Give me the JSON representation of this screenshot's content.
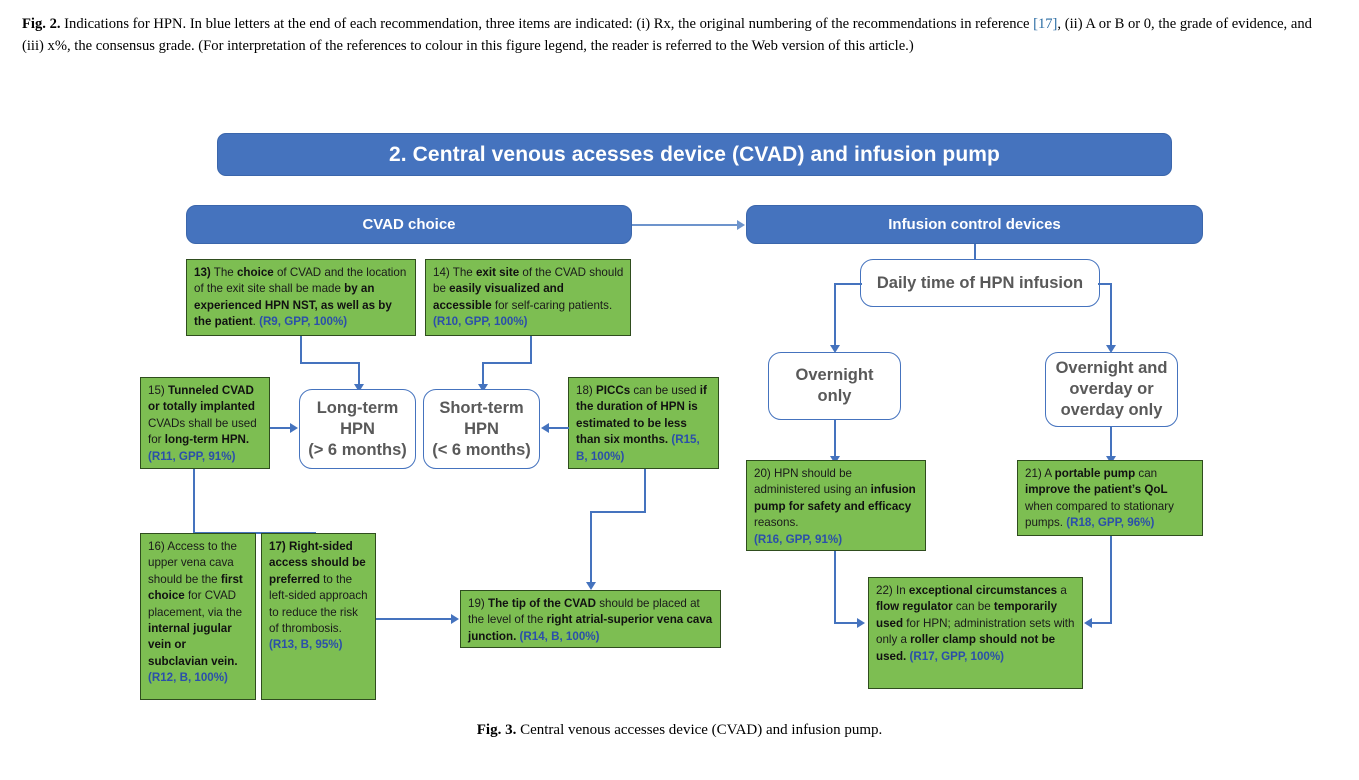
{
  "figure_caption_top": {
    "label": "Fig. 2.",
    "text_part1": " Indications for HPN. In blue letters at the end of each recommendation, three items are indicated: (i) Rx, the original numbering of the recommendations in reference ",
    "reference": "[17]",
    "text_part2": ", (ii) A or B or 0, the grade of evidence, and (iii) x%, the consensus grade. (For interpretation of the references to colour in this figure legend, the reader is referred to the Web version of this article.)"
  },
  "figure_caption_bottom": {
    "label": "Fig. 3.",
    "text": " Central venous accesses device (CVAD) and infusion pump."
  },
  "colors": {
    "banner_blue": "#4573BE",
    "box_green": "#7DBE52",
    "code_blue": "#2b4faa",
    "connector_blue": "#4573BE",
    "white_box_text": "#595959"
  },
  "diagram": {
    "title_banner": "2. Central venous acesses device (CVAD) and infusion pump",
    "column_headers": [
      {
        "id": "cvad-choice",
        "label": "CVAD choice"
      },
      {
        "id": "infusion-control-devices",
        "label": "Infusion control devices"
      }
    ],
    "decision_nodes": [
      {
        "id": "long-term-hpn",
        "lines": [
          "Long-term",
          "HPN",
          "(> 6 months)"
        ]
      },
      {
        "id": "short-term-hpn",
        "lines": [
          "Short-term",
          "HPN",
          "(< 6 months)"
        ]
      },
      {
        "id": "daily-time-of-hpn-infusion",
        "lines": [
          "Daily time of HPN infusion"
        ]
      },
      {
        "id": "overnight-only",
        "lines": [
          "Overnight",
          "only"
        ]
      },
      {
        "id": "overnight-and-overday",
        "lines": [
          "Overnight and",
          "overday or",
          "overday only"
        ]
      }
    ],
    "recommendations": [
      {
        "id": "rec-13",
        "number": "13)",
        "segments": [
          {
            "t": " The ",
            "b": false
          },
          {
            "t": "choice",
            "b": true
          },
          {
            "t": " of CVAD and the location of the exit site shall be made ",
            "b": false
          },
          {
            "t": "by an experienced HPN NST, as well as by the patient",
            "b": true
          },
          {
            "t": ". ",
            "b": false
          }
        ],
        "code": "(R9, GPP, 100%)"
      },
      {
        "id": "rec-14",
        "number": "14)",
        "segments": [
          {
            "t": " The ",
            "b": false
          },
          {
            "t": "exit site",
            "b": true
          },
          {
            "t": " of the CVAD should be ",
            "b": false
          },
          {
            "t": "easily visualized and accessible",
            "b": true
          },
          {
            "t": " for self-caring patients.  ",
            "b": false
          }
        ],
        "code": "(R10, GPP, 100%)"
      },
      {
        "id": "rec-15",
        "number": "15)",
        "segments": [
          {
            "t": " ",
            "b": false
          },
          {
            "t": "Tunneled CVAD or totally implanted",
            "b": true
          },
          {
            "t": " CVADs shall be used for ",
            "b": false
          },
          {
            "t": "long-term HPN.",
            "b": true
          },
          {
            "t": " ",
            "b": false
          }
        ],
        "code": "(R11, GPP, 91%)"
      },
      {
        "id": "rec-16",
        "number": "16)",
        "segments": [
          {
            "t": " Access to the upper vena cava should be the ",
            "b": false
          },
          {
            "t": "first choice",
            "b": true
          },
          {
            "t": " for CVAD placement, via the ",
            "b": false
          },
          {
            "t": "internal jugular vein or subclavian vein.",
            "b": true
          },
          {
            "t": " ",
            "b": false
          }
        ],
        "code": "(R12, B, 100%)"
      },
      {
        "id": "rec-17",
        "number": "17)",
        "number_bold": true,
        "segments": [
          {
            "t": " ",
            "b": false
          },
          {
            "t": "Right-sided access should be preferred",
            "b": true
          },
          {
            "t": " to the left-sided approach to reduce the risk of thrombosis.",
            "b": false
          },
          {
            "t": " ",
            "b": false
          }
        ],
        "code": "(R13, B, 95%)"
      },
      {
        "id": "rec-18",
        "number": "18)",
        "segments": [
          {
            "t": " ",
            "b": false
          },
          {
            "t": "PICCs",
            "b": true
          },
          {
            "t": " can be used ",
            "b": false
          },
          {
            "t": "if the duration of HPN is estimated to be less than six months.",
            "b": true
          },
          {
            "t": " ",
            "b": false
          }
        ],
        "code": "(R15, B, 100%)"
      },
      {
        "id": "rec-19",
        "number": "19)",
        "segments": [
          {
            "t": " ",
            "b": false
          },
          {
            "t": "The tip of the CVAD",
            "b": true
          },
          {
            "t": " should be placed at the level of the ",
            "b": false
          },
          {
            "t": "right atrial-superior vena cava junction.",
            "b": true
          },
          {
            "t": " ",
            "b": false
          }
        ],
        "code": "(R14, B, 100%)"
      },
      {
        "id": "rec-20",
        "number": "20)",
        "segments": [
          {
            "t": " HPN should be administered using an ",
            "b": false
          },
          {
            "t": "infusion pump for safety and efficacy",
            "b": true
          },
          {
            "t": " reasons.",
            "b": false
          }
        ],
        "code": "(R16, GPP, 91%)"
      },
      {
        "id": "rec-21",
        "number": "21)",
        "segments": [
          {
            "t": " A ",
            "b": false
          },
          {
            "t": "portable pump",
            "b": true
          },
          {
            "t": " can ",
            "b": false
          },
          {
            "t": "improve the patient’s QoL",
            "b": true
          },
          {
            "t": " when compared to stationary pumps. ",
            "b": false
          }
        ],
        "code": "(R18, GPP, 96%)"
      },
      {
        "id": "rec-22",
        "number": "22)",
        "segments": [
          {
            "t": " In ",
            "b": false
          },
          {
            "t": "exceptional circumstances",
            "b": true
          },
          {
            "t": " a ",
            "b": false
          },
          {
            "t": "flow regulator",
            "b": true
          },
          {
            "t": " can be ",
            "b": false
          },
          {
            "t": "temporarily used",
            "b": true
          },
          {
            "t": " for HPN; administration sets with only a ",
            "b": false
          },
          {
            "t": "roller clamp should not be used.",
            "b": true
          },
          {
            "t": " ",
            "b": false
          }
        ],
        "code": "(R17, GPP, 100%)"
      }
    ]
  }
}
